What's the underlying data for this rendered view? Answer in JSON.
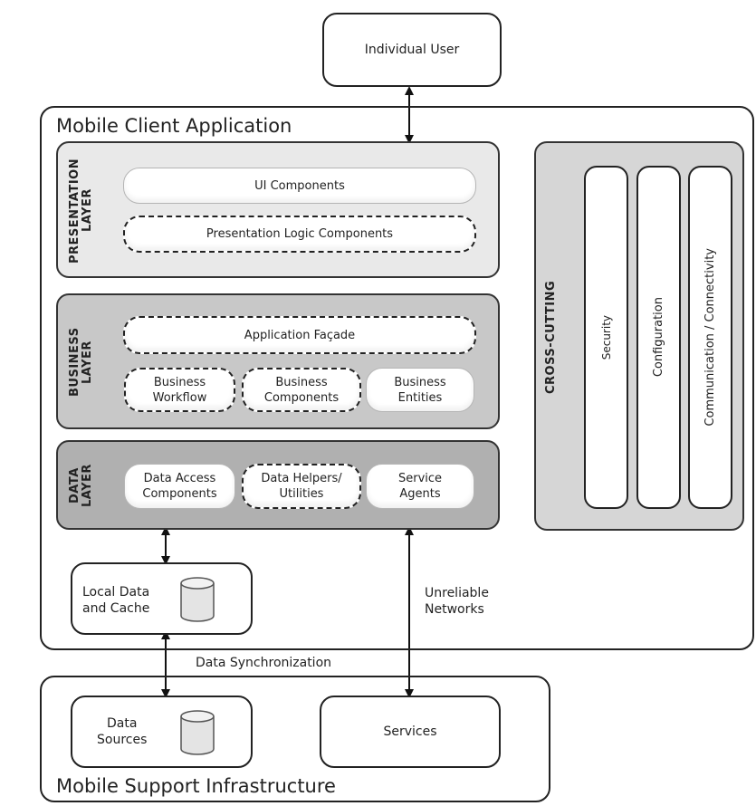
{
  "individual_user": "Individual User",
  "mobile_client_application": "Mobile Client Application",
  "presentation_layer": {
    "label": "PRESENTATION\nLAYER",
    "ui_components": "UI Components",
    "presentation_logic_components": "Presentation Logic Components"
  },
  "business_layer": {
    "label": "BUSINESS\nLAYER",
    "application_facade": "Application Façade",
    "business_workflow": "Business\nWorkflow",
    "business_components": "Business\nComponents",
    "business_entities": "Business\nEntities"
  },
  "data_layer": {
    "label": "DATA\nLAYER",
    "data_access_components": "Data Access\nComponents",
    "data_helpers_utilities": "Data Helpers/\nUtilities",
    "service_agents": "Service\nAgents"
  },
  "cross_cutting": {
    "label": "CROSS-CUTTING",
    "security": "Security",
    "configuration": "Configuration",
    "communication_connectivity": "Communication / Connectivity"
  },
  "local_data_and_cache": "Local Data\nand Cache",
  "unreliable_networks": "Unreliable\nNetworks",
  "data_synchronization": "Data Synchronization",
  "data_sources": "Data\nSources",
  "services": "Services",
  "mobile_support_infrastructure": "Mobile Support Infrastructure",
  "colors": {
    "presentation_fill": "#e9e9e9",
    "business_fill": "#c8c8c8",
    "data_fill": "#b0b0b0",
    "cross_cutting_fill": "#d6d6d6"
  }
}
